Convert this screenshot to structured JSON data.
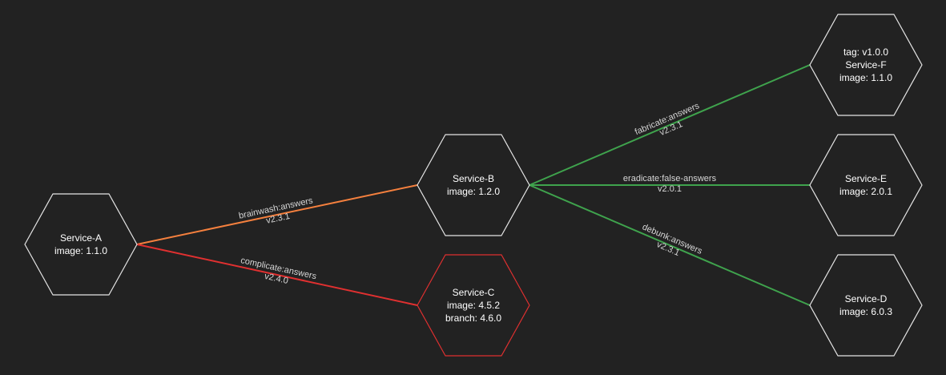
{
  "colors": {
    "background": "#222222",
    "node_border": "#e6e6e6",
    "node_border_error": "#e03030",
    "text_default": "#ffffff",
    "text_error": "#e03030",
    "text_warning": "#f5803e",
    "edge_label": "#d6d6d6",
    "edge_warning": "#f5803e",
    "edge_error": "#e03030",
    "edge_ok": "#3fa34d"
  },
  "nodes": [
    {
      "id": "service-a",
      "status": "ok",
      "lines": [
        {
          "text": "Service-A",
          "status": "ok"
        },
        {
          "text": "image: 1.1.0",
          "status": "ok"
        }
      ]
    },
    {
      "id": "service-b",
      "status": "ok",
      "lines": [
        {
          "text": "Service-B",
          "status": "ok"
        },
        {
          "text": "image: 1.2.0",
          "status": "ok"
        }
      ]
    },
    {
      "id": "service-c",
      "status": "error",
      "lines": [
        {
          "text": "Service-C",
          "status": "ok"
        },
        {
          "text": "image: 4.5.2",
          "status": "error"
        },
        {
          "text": "branch: 4.6.0",
          "status": "error"
        }
      ]
    },
    {
      "id": "service-f",
      "status": "ok",
      "lines": [
        {
          "text": "tag: v1.0.0",
          "status": "warning"
        },
        {
          "text": "Service-F",
          "status": "ok"
        },
        {
          "text": "image: 1.1.0",
          "status": "ok"
        }
      ]
    },
    {
      "id": "service-e",
      "status": "ok",
      "lines": [
        {
          "text": "Service-E",
          "status": "ok"
        },
        {
          "text": "image: 2.0.1",
          "status": "ok"
        }
      ]
    },
    {
      "id": "service-d",
      "status": "ok",
      "lines": [
        {
          "text": "Service-D",
          "status": "ok"
        },
        {
          "text": "image: 6.0.3",
          "status": "ok"
        }
      ]
    }
  ],
  "edges": [
    {
      "from": "service-a",
      "to": "service-b",
      "status": "warning",
      "label": "brainwash:answers",
      "version": "v2.3.1"
    },
    {
      "from": "service-a",
      "to": "service-c",
      "status": "error",
      "label": "complicate:answers",
      "version": "v2.4.0"
    },
    {
      "from": "service-b",
      "to": "service-f",
      "status": "ok",
      "label": "fabricate:answers",
      "version": "v2.3.1"
    },
    {
      "from": "service-b",
      "to": "service-e",
      "status": "ok",
      "label": "eradicate:false-answers",
      "version": "v2.0.1"
    },
    {
      "from": "service-b",
      "to": "service-d",
      "status": "ok",
      "label": "debunk:answers",
      "version": "v2.3.1"
    }
  ]
}
